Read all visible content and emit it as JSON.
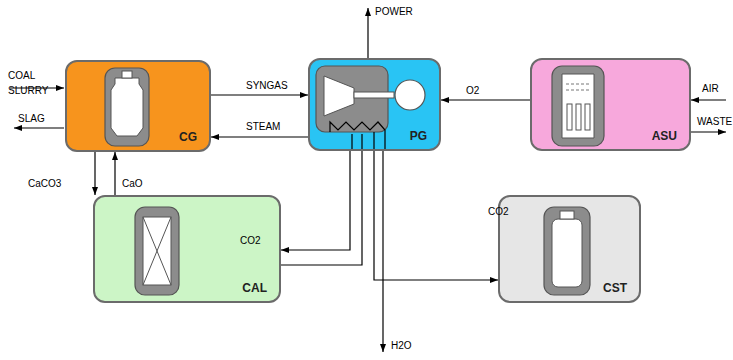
{
  "diagram": {
    "nodes": [
      {
        "text": [
          "CG"
        ]
      },
      {
        "text": [
          "PG"
        ]
      },
      {
        "text": [
          "ASU"
        ]
      },
      {
        "text": [
          "CAL"
        ]
      },
      {
        "text": [
          "CST"
        ]
      }
    ],
    "edges": [
      {
        "from": 0,
        "to": 1,
        "label": "SYNGAS",
        "arrow": "to"
      },
      {
        "from": 1,
        "to": 0,
        "label": "STEAM",
        "arrow": "to"
      },
      {
        "from": 2,
        "to": 1,
        "label": "O2",
        "arrow": "to"
      },
      {
        "from": 0,
        "to": 3,
        "label": "CaCO3",
        "arrow": "to"
      },
      {
        "from": 3,
        "to": 0,
        "label": "CaO",
        "arrow": "to"
      },
      {
        "from": 1,
        "to": 3,
        "label": "CO2",
        "arrow": "to"
      },
      {
        "from": 3,
        "to": 1,
        "arrow": "none"
      },
      {
        "from": 1,
        "to": 4,
        "label": "CO2",
        "arrow": "to"
      }
    ],
    "labels": [
      "COAL SLURRY",
      "SLAG",
      "POWER",
      "AIR",
      "WASTE",
      "H2O"
    ]
  }
}
